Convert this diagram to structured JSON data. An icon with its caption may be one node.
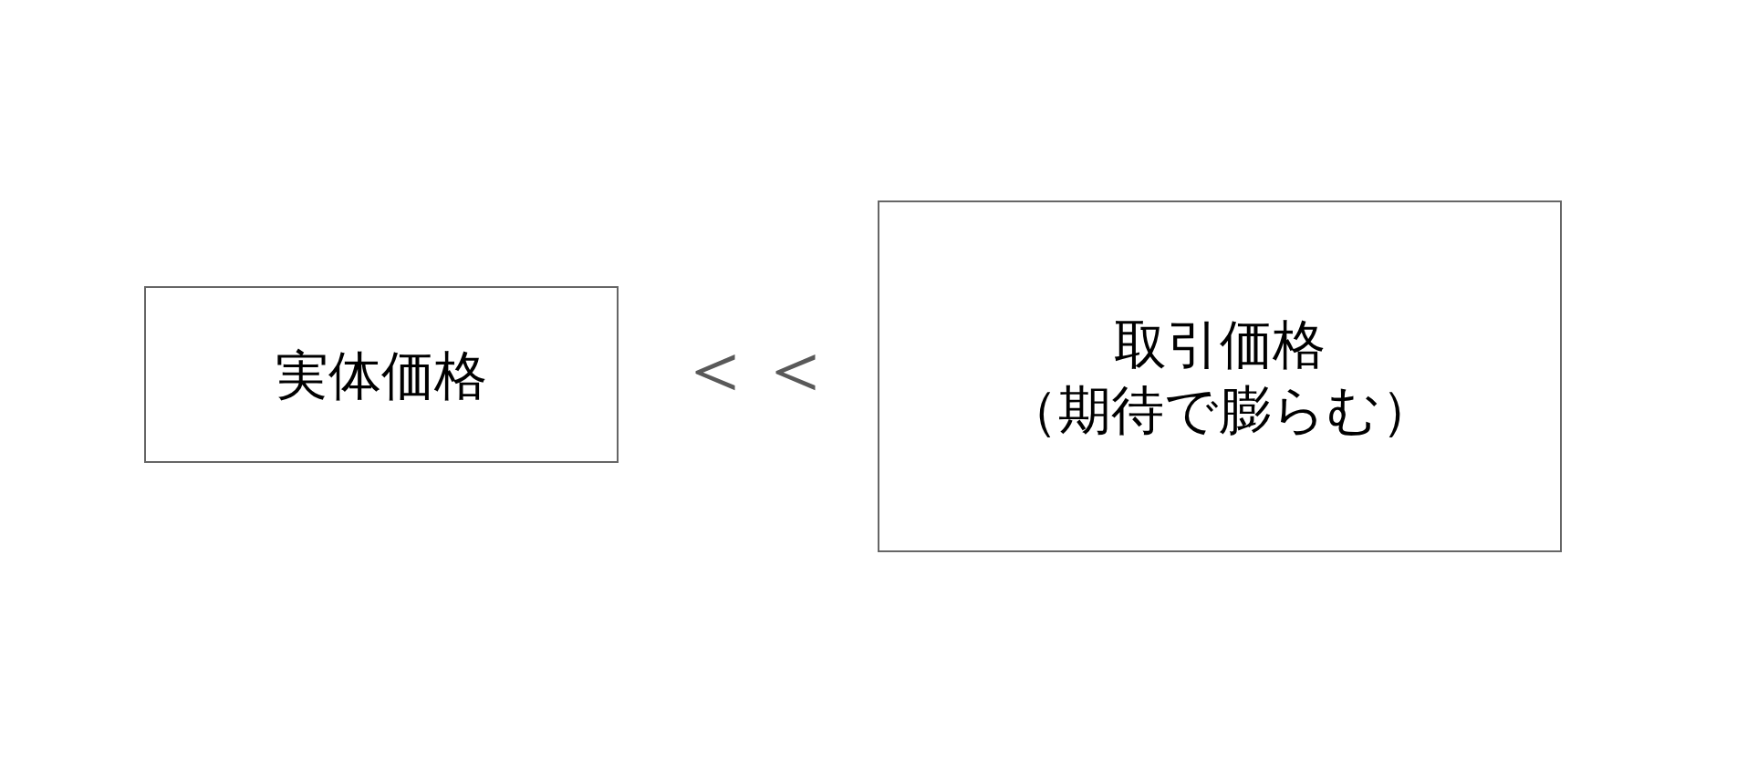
{
  "diagram": {
    "nodes": [
      {
        "text": [
          "実体価格"
        ]
      },
      {
        "text": [
          "取引価格",
          "（期待で膨らむ）"
        ]
      }
    ],
    "labels": [
      "＜＜"
    ]
  }
}
